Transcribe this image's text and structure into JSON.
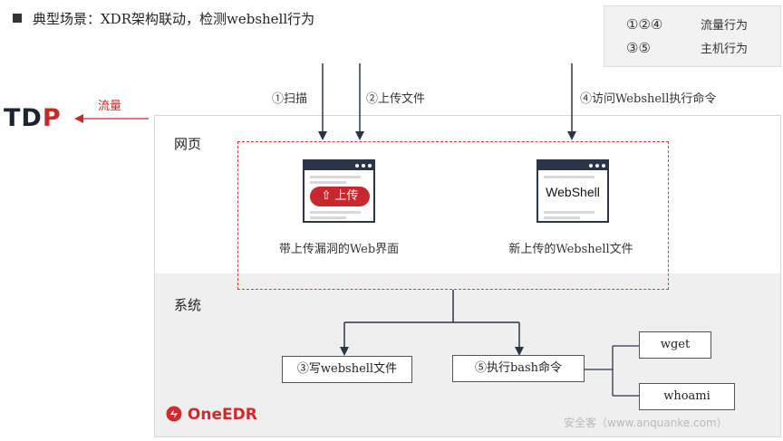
{
  "title": "典型场景：XDR架构联动，检测webshell行为",
  "legend": {
    "rows": [
      {
        "marks": "①②④",
        "label": "流量行为"
      },
      {
        "marks": "③⑤",
        "label": "主机行为"
      }
    ]
  },
  "tdp": {
    "logo_main": "TD",
    "logo_accent": "P",
    "traffic_label": "流量"
  },
  "steps": {
    "scan": "①扫描",
    "upload": "②上传文件",
    "access": "④访问Webshell执行命令"
  },
  "web_section": {
    "label": "网页",
    "upload_page": {
      "button_label": "上传",
      "caption": "带上传漏洞的Web界面"
    },
    "webshell_page": {
      "text": "WebShell",
      "caption": "新上传的Webshell文件"
    }
  },
  "system_section": {
    "label": "系统",
    "write_box": "③写webshell文件",
    "exec_box": "⑤执行bash命令",
    "commands": [
      "wget",
      "whoami"
    ]
  },
  "oneedr": {
    "text": "OneEDR"
  },
  "watermark": "安全客（www.anquanke.com）",
  "colors": {
    "accent_red": "#c8282d",
    "browser_dark": "#2c3447"
  }
}
